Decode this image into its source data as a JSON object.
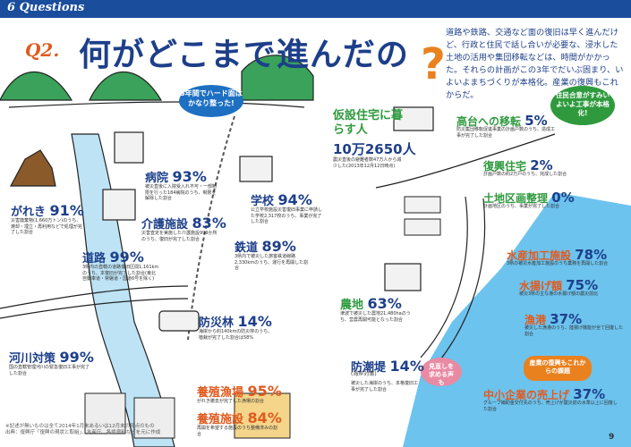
{
  "header": {
    "label": "6 Questions"
  },
  "title": {
    "q": "Q2.",
    "text": "何がどこまで進んだの"
  },
  "intro": "道路や鉄路、交通など面の復旧は早く進んだけど、行政と住民で話し合いが必要な、浸水した土地の活用や集団移転などは、時間がかかった。それらの計画がこの3年でだいぶ固まり、いよいよまちづくりが本格化。産業の復興もこれからだ。",
  "bubbles": {
    "hard": "3年間でハード面はかなり整った!",
    "housing": "住民合意がすみいよいよ工事が本格化!",
    "view": "見直しを求める声も",
    "industry": "産業の復興もこれからの課題"
  },
  "items": {
    "gareki": {
      "label": "がれき",
      "value": "91%",
      "desc": "災害廃棄物(1,660万トン)のうち、焼却・埋立・再利用などで処理が完了した割合"
    },
    "hospital": {
      "label": "病院",
      "value": "93%",
      "desc": "被災直後に入院受入れ不可・一部制限を行った184病院のうち、制限を解除した割合"
    },
    "care": {
      "label": "介護施設",
      "value": "83%",
      "desc": "災害査定を実施した介護施設999か所のうち、復旧が完了した割合"
    },
    "school": {
      "label": "学校",
      "value": "94%",
      "desc": "公立学校施設災害復旧事業に申請した学校2,317校のうち、事業が完了した割合"
    },
    "road": {
      "label": "道路",
      "value": "99%",
      "desc": "3県内の直轄の道路復旧区間1,161kmのうち、本復旧が完了した割合(東北自動車道・常磐道・国道6号を除く)"
    },
    "rail": {
      "label": "鉄道",
      "value": "89%",
      "desc": "3県内で被災した旅客鉄道線路2,330kmのうち、運行を再開した割合"
    },
    "bouhai": {
      "label": "防災林",
      "value": "14%",
      "desc": "海岸から約140kmの防災林のうち、植栽が完了した割合は58%"
    },
    "river": {
      "label": "河川対策",
      "value": "99%",
      "desc": "国の直轄管理河川の緊急復旧工事が完了した割合"
    },
    "kasetsu": {
      "label": "仮設住宅に暮らす人",
      "value": "10万2650人",
      "desc": "震災直後の避難者数47万人から減少した(2013年12月12日時点)"
    },
    "takadai": {
      "label": "高台への移転",
      "value": "5%",
      "desc": "防災集団移転促進事業の計画戸数のうち、造成工事が完了した割合"
    },
    "fukkou": {
      "label": "復興住宅",
      "value": "2%",
      "desc": "計画戸数の約2万戸のうち、完成した割合"
    },
    "kukaku": {
      "label": "土地区画整理",
      "value": "0%",
      "desc": "計画地区のうち、事業が完了した割合"
    },
    "nouchi": {
      "label": "農地",
      "value": "63%",
      "desc": "津波で被災した農地21,480haのうち、営農再開可能となった割合"
    },
    "suisan": {
      "label": "水産加工施設",
      "value": "78%",
      "desc": "3県の被災水産加工施設のうち業務を再開した割合"
    },
    "mizuage": {
      "label": "水揚げ額",
      "value": "75%",
      "desc": "被災3県の主な港の水揚げ額の震災前比"
    },
    "gyokou": {
      "label": "漁港",
      "value": "37%",
      "desc": "被災した漁港のうち、陸揚げ機能が全て回復した割合"
    },
    "bouchotei": {
      "label": "防潮堤",
      "sub": "(海岸対策)",
      "value": "14%",
      "desc": "被災した海岸のうち、本格復旧工事が完了した割合"
    },
    "yoshoku_g": {
      "label": "養殖漁場",
      "value": "95%",
      "desc": "がれき撤去が完了した漁場の割合"
    },
    "yoshoku_s": {
      "label": "養殖施設",
      "value": "84%",
      "desc": "再開を希望する施設のうち整備済みの割合"
    },
    "chusho": {
      "label": "中小企業の売上げ",
      "value": "37%",
      "desc": "グループ補助金交付先のうち、売上げが震災前の水準以上に回復した割合"
    }
  },
  "footnote": "※記述が無いものは全て2014年1月末あるいは12月末の時点のもの\n出典：復興庁「復興の現状と取組」、水産庁、各県資料などを元に作成",
  "page_number": "9",
  "colors": {
    "navy": "#1d3f8a",
    "orange": "#e05a1e",
    "green": "#2e9a3d",
    "sea": "#5bb8e8",
    "header": "#1a4d9c"
  }
}
